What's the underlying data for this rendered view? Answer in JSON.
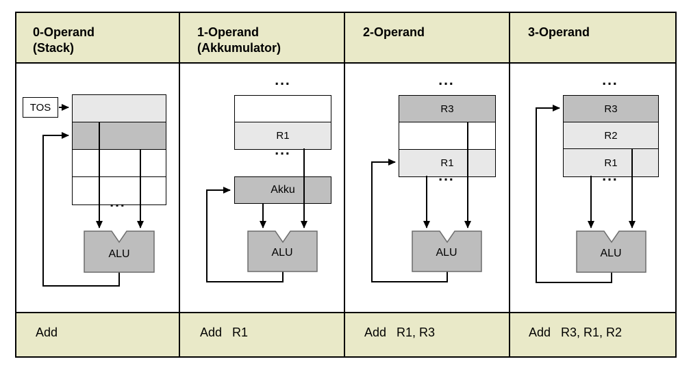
{
  "figure": {
    "title_hint": "Operand architectures comparison",
    "colors": {
      "band_bg": "#E9E9C8",
      "cell_light": "#E8E8E8",
      "cell_dark": "#BFBFBF",
      "alu_fill": "#BDBDBD",
      "line": "#000000"
    },
    "columns": [
      {
        "id": "stack",
        "header": [
          "0-Operand",
          "(Stack)"
        ],
        "instruction": "Add",
        "tos": "TOS",
        "alu": "ALU",
        "dots_below": "..."
      },
      {
        "id": "akkumulator",
        "header": [
          "1-Operand",
          "(Akkumulator)"
        ],
        "instruction": "Add   R1",
        "alu": "ALU",
        "akku": "Akku",
        "dots_above": "...",
        "dots_below": "...",
        "registers": [
          "",
          "R1"
        ]
      },
      {
        "id": "two-operand",
        "header": [
          "2-Operand",
          ""
        ],
        "instruction": "Add   R1, R3",
        "alu": "ALU",
        "dots_above": "...",
        "dots_below": "...",
        "registers": [
          "R3",
          "",
          "R1"
        ]
      },
      {
        "id": "three-operand",
        "header": [
          "3-Operand",
          ""
        ],
        "instruction": "Add   R3, R1, R2",
        "alu": "ALU",
        "dots_above": "...",
        "dots_below": "...",
        "registers": [
          "R3",
          "R2",
          "R1"
        ]
      }
    ]
  }
}
